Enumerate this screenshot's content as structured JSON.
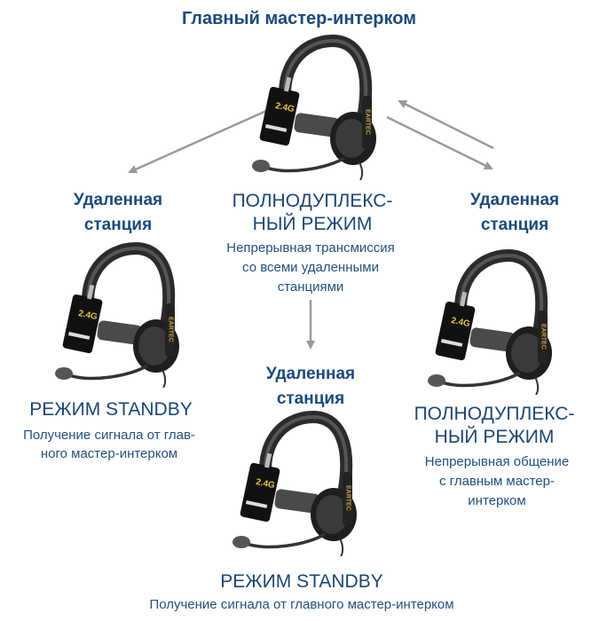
{
  "title": "Главный мастер-интерком",
  "remote_label": {
    "line1": "Удаленная",
    "line2": "станция"
  },
  "master": {
    "mode_line1": "ПОЛНОДУПЛЕКС-",
    "mode_line2": "НЫЙ РЕЖИМ",
    "desc": [
      "Непрерывная трансмиссия",
      "со всеми удаленными",
      "станциями"
    ]
  },
  "left_station": {
    "mode": "РЕЖИМ STANDBY",
    "desc": [
      "Получение сигнала от глав-",
      "ного мастер-интерком"
    ]
  },
  "right_station": {
    "mode_line1": "ПОЛНОДУПЛЕКС-",
    "mode_line2": "НЫЙ РЕЖИМ",
    "desc": [
      "Непрерывная общение",
      "с главным мастер-",
      "интерком"
    ]
  },
  "bottom_station": {
    "mode": "РЕЖИМ STANDBY",
    "desc": [
      "Получение сигнала от главного мастер-интерком"
    ]
  },
  "headset_brand": "EARTEC",
  "colors": {
    "heading": "#1b4a7a",
    "text": "#24507e",
    "arrow": "#9a9a9a"
  }
}
